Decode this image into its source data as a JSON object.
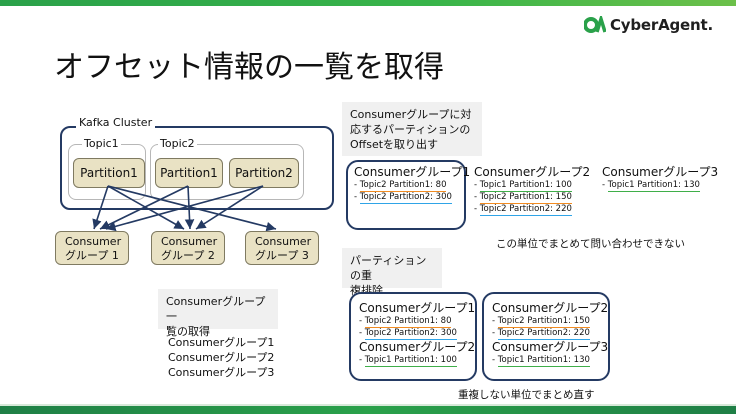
{
  "logo": {
    "text": "CyberAgent."
  },
  "title": "オフセット情報の一覧を取得",
  "cluster": {
    "label": "Kafka Cluster",
    "topics": [
      "Topic1",
      "Topic2"
    ],
    "partitions": [
      "Partition1",
      "Partition1",
      "Partition2"
    ]
  },
  "consumers": [
    {
      "line1": "Consumer",
      "line2": "グループ 1"
    },
    {
      "line1": "Consumer",
      "line2": "グループ 2"
    },
    {
      "line1": "Consumer",
      "line2": "グループ 3"
    }
  ],
  "step1": {
    "title_line1": "Consumerグループ一",
    "title_line2": "覧の取得"
  },
  "group_list": [
    "Consumerグループ1",
    "Consumerグループ2",
    "Consumerグループ3"
  ],
  "step2": {
    "line1": "Consumerグループに対",
    "line2": "応するパーティションの",
    "line3": "Offsetを取り出す"
  },
  "offset_box": {
    "groups": [
      {
        "title": "Consumerグループ1",
        "entries": [
          {
            "text": "Topic2 Partition1: 80",
            "underline": "#f28c22"
          },
          {
            "text": "Topic2 Partition2: 300",
            "underline": "#2fa4e7"
          }
        ]
      },
      {
        "title": "Consumerグループ2",
        "entries": [
          {
            "text": "Topic1 Partition1: 100",
            "underline": "#3fae49"
          },
          {
            "text": "Topic2 Partition1: 150",
            "underline": "#f28c22"
          },
          {
            "text": "Topic2 Partition2: 220",
            "underline": "#2fa4e7"
          }
        ]
      },
      {
        "title": "Consumerグループ3",
        "entries": [
          {
            "text": "Topic1 Partition1: 130",
            "underline": "#3fae49"
          }
        ]
      }
    ],
    "caption": "この単位でまとめて問い合わせできない"
  },
  "step3": {
    "line1": "パーティションの重",
    "line2": "複排除"
  },
  "dedup_left": {
    "group1_title": "Consumerグループ1",
    "group1_entries": [
      {
        "text": "Topic2 Partition1: 80",
        "underline": "#f28c22"
      },
      {
        "text": "Topic2 Partition2: 300",
        "underline": "#2fa4e7"
      }
    ],
    "group2_title": "Consumerグループ2",
    "group2_entries": [
      {
        "text": "Topic1 Partition1: 100",
        "underline": "#3fae49"
      }
    ]
  },
  "dedup_right": {
    "group2_title": "Consumerグループ2",
    "group2_entries": [
      {
        "text": "Topic2 Partition1: 150",
        "underline": "#f28c22"
      },
      {
        "text": "Topic2 Partition2: 220",
        "underline": "#2fa4e7"
      }
    ],
    "group3_title": "Consumerグループ3",
    "group3_entries": [
      {
        "text": "Topic1 Partition1: 130",
        "underline": "#3fae49"
      }
    ]
  },
  "dedup_caption": "重複しない単位でまとめ直す",
  "colors": {
    "navy": "#243a63",
    "partition_fill": "#e9e2c4",
    "brand_green": "#2aa14a"
  }
}
